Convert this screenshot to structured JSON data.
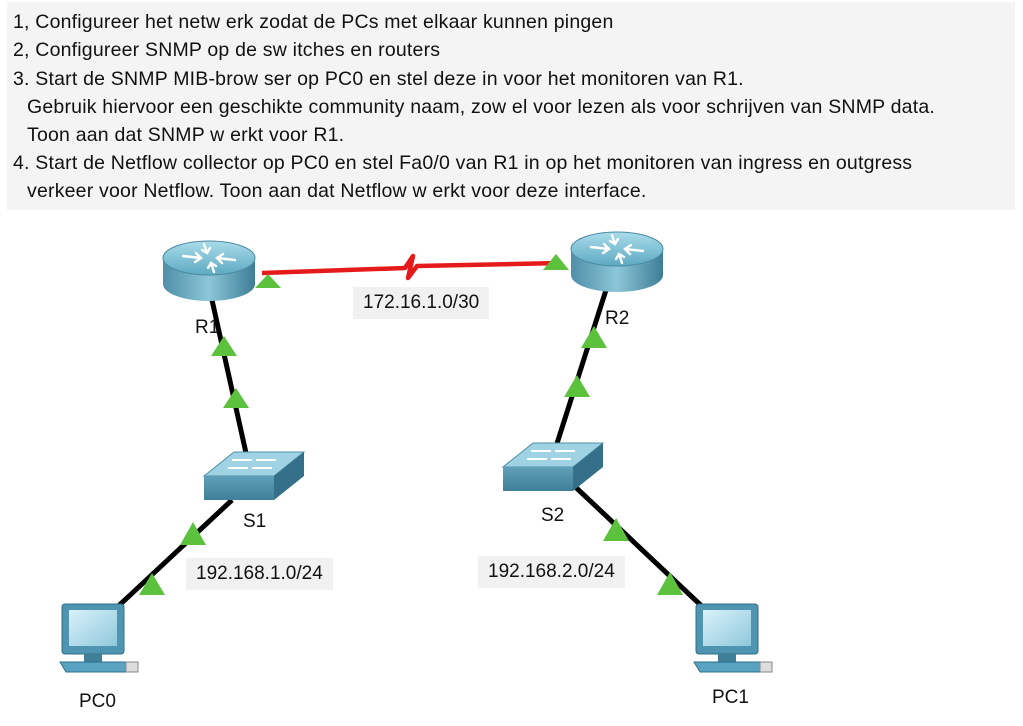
{
  "instructions": [
    "1, Configureer het netw erk zodat de PCs met elkaar kunnen pingen",
    "2, Configureer SNMP op de sw itches en routers",
    "3. Start de SNMP MIB-brow ser op PC0 en stel deze in voor het monitoren van R1.",
    "Gebruik hiervoor een geschikte community naam, zow el voor lezen als voor schrijven van SNMP data.",
    "Toon aan dat SNMP w erkt voor R1.",
    "4. Start de Netflow  collector op PC0 en stel Fa0/0 van R1 in op het monitoren van ingress en outgress",
    "verkeer voor Netflow. Toon aan dat Netflow  w erkt voor deze interface."
  ],
  "networks": {
    "wan": "172.16.1.0/30",
    "lan1": "192.168.1.0/24",
    "lan2": "192.168.2.0/24"
  },
  "devices": {
    "r1": "R1",
    "r2": "R2",
    "s1": "S1",
    "s2": "S2",
    "pc0": "PC0",
    "pc1": "PC1"
  },
  "colors": {
    "serial_link": "#e51b1b",
    "ethernet_link": "#000000",
    "link_up": "#5cc13d",
    "device_body": "#5aa2c2"
  },
  "icons": {
    "router": "router-icon",
    "switch": "switch-icon",
    "pc": "pc-icon"
  }
}
